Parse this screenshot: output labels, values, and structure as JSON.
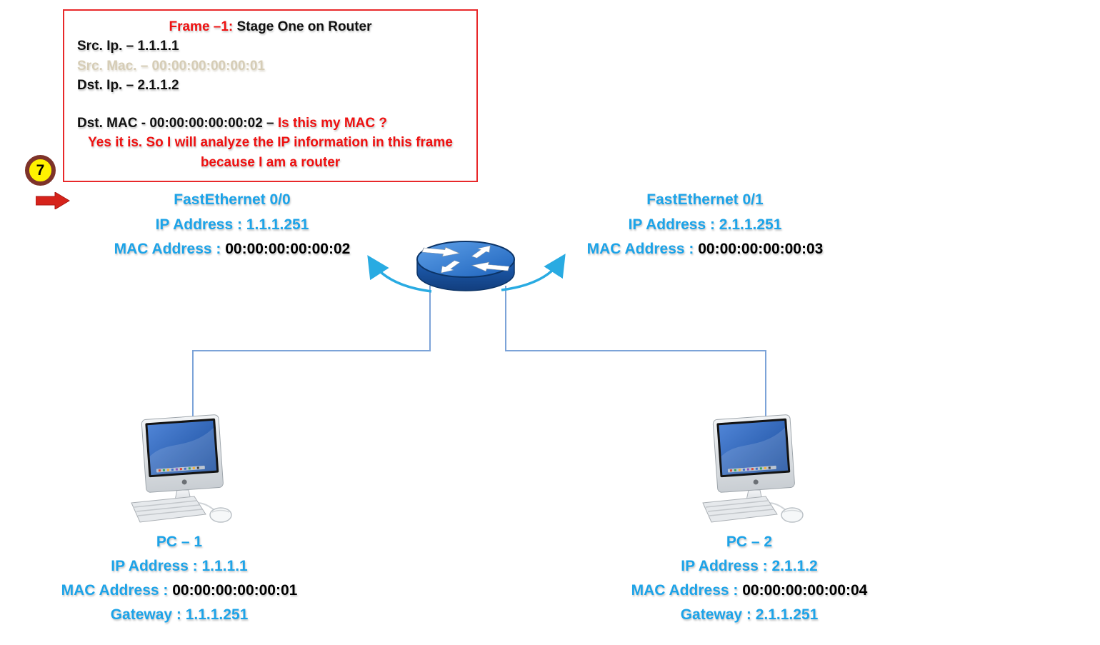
{
  "frame_box": {
    "title_red": "Frame –1:",
    "title_black": " Stage One on Router",
    "src_ip": "Src. Ip. – 1.1.1.1",
    "src_mac": "Src. Mac. – 00:00:00:00:00:01",
    "dst_ip": "Dst. Ip. – 2.1.1.2",
    "dst_mac_prefix": "Dst. MAC - 00:00:00:00:00:02 – ",
    "dst_mac_question": "Is this my MAC ?",
    "analysis_line1": "Yes it is. So I will analyze the IP information in this frame",
    "analysis_line2": "because I am a router"
  },
  "step_badge": {
    "number": "7"
  },
  "router": {
    "interfaces": [
      {
        "name": "FastEthernet 0/0",
        "ip": "IP Address : 1.1.1.251",
        "mac_label": "MAC Address : ",
        "mac_value": "00:00:00:00:00:02"
      },
      {
        "name": "FastEthernet 0/1",
        "ip": "IP Address : 2.1.1.251",
        "mac_label": "MAC Address : ",
        "mac_value": "00:00:00:00:00:03"
      }
    ]
  },
  "pcs": [
    {
      "name": "PC – 1",
      "ip": "IP Address : 1.1.1.1",
      "mac_label": "MAC Address : ",
      "mac_value": "00:00:00:00:00:01",
      "gateway": "Gateway : 1.1.1.251"
    },
    {
      "name": "PC – 2",
      "ip": "IP Address : 2.1.1.2",
      "mac_label": "MAC Address : ",
      "mac_value": "00:00:00:00:00:04",
      "gateway": "Gateway : 2.1.1.251"
    }
  ],
  "colors": {
    "accent_blue": "#1CA3E8",
    "alert_red": "#EE1111",
    "faded_text": "#D6CDB6",
    "link_line": "#7CA3D8",
    "curved_arrow": "#29ABE2",
    "badge_ring": "#7E332A",
    "badge_fill": "#FFF200",
    "step_arrow_red": "#D6231B",
    "frame_border": "#E8282A"
  }
}
